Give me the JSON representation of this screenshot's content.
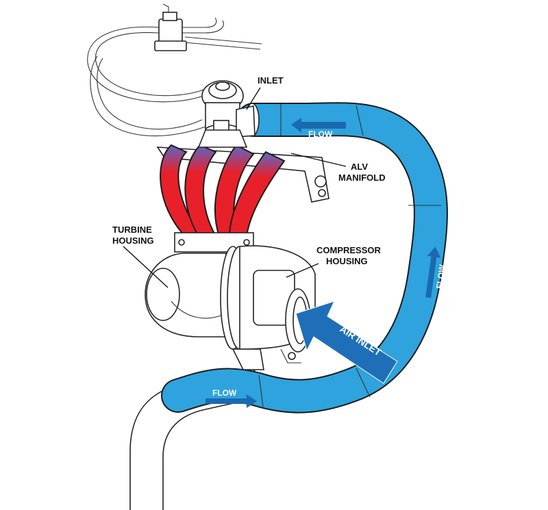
{
  "labels": {
    "inlet": "INLET",
    "alv": "ALV",
    "manifold": "MANIFOLD",
    "turbine_line1": "TURBINE",
    "turbine_line2": "HOUSING",
    "compressor_line1": "COMPRESSOR",
    "compressor_line2": "HOUSING"
  },
  "flow_arrows": {
    "top": "FLOW",
    "right": "FLOW",
    "bottom": "FLOW"
  },
  "air_inlet": "AIR INLET",
  "colors": {
    "pipe_blue": "#2ea3dd",
    "pipe_blue_dark": "#1b7fc1",
    "arrow_blue": "#1f6fb8",
    "manifold_red": "#e8202a",
    "outline": "#1a1a1a"
  }
}
